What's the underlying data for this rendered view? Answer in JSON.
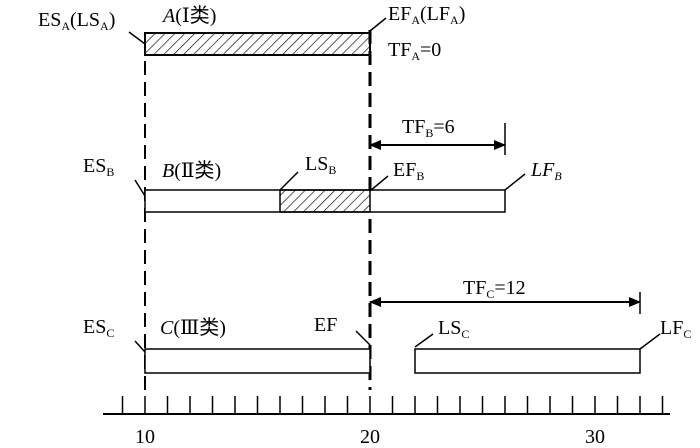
{
  "axis": {
    "min": 10,
    "max": 33,
    "tick_step": 1,
    "labels": [
      {
        "value": 10,
        "text": "10"
      },
      {
        "value": 20,
        "text": "20"
      },
      {
        "value": 30,
        "text": "30"
      }
    ]
  },
  "activities": {
    "A": {
      "name": "A",
      "class_label": "(Ⅰ类)",
      "es": 10,
      "ls": 10,
      "ef": 20,
      "lf": 20,
      "tf": 0,
      "labels": {
        "start_main": "ES",
        "start_sub": "A",
        "start_mid": "(LS",
        "start_sub2": "A",
        "start_end": ")",
        "end_main": "EF",
        "end_sub": "A",
        "end_mid": "(LF",
        "end_sub2": "A",
        "end_end": ")",
        "tf_main": "TF",
        "tf_sub": "A",
        "tf_value": "=0"
      }
    },
    "B": {
      "name": "B",
      "class_label": "(Ⅱ类)",
      "es": 10,
      "ls": 16,
      "ef": 20,
      "lf": 26,
      "tf": 6,
      "labels": {
        "es_main": "ES",
        "es_sub": "B",
        "ls_main": "LS",
        "ls_sub": "B",
        "ef_main": "EF",
        "ef_sub": "B",
        "lf_main": "LF",
        "lf_sub": "B",
        "tf_main": "TF",
        "tf_sub": "B",
        "tf_value": "=6"
      }
    },
    "C": {
      "name": "C",
      "class_label": "(Ⅲ类)",
      "es": 10,
      "ef": 20,
      "ls": 22,
      "lf": 32,
      "tf": 12,
      "labels": {
        "es_main": "ES",
        "es_sub": "C",
        "ef_main": "EF",
        "ls_main": "LS",
        "ls_sub": "C",
        "lf_main": "LF",
        "lf_sub": "C",
        "tf_main": "TF",
        "tf_sub": "C",
        "tf_value": "=12"
      }
    }
  }
}
